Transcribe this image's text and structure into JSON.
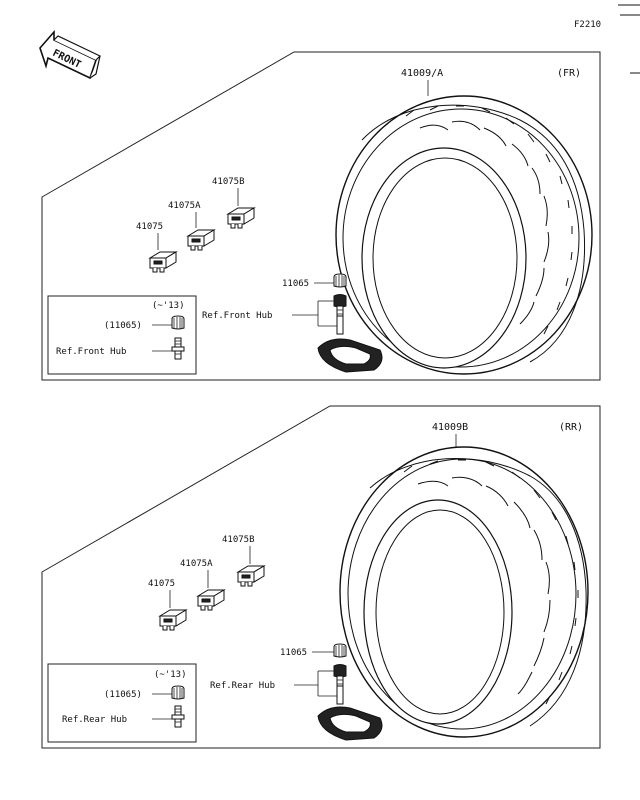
{
  "header": {
    "figure_code": "F2210",
    "front_arrow_label": "FRONT"
  },
  "front": {
    "tag": "(FR)",
    "tire": "41009/A",
    "weight_1": "41075",
    "weight_2": "41075A",
    "weight_3": "41075B",
    "valve_cap": "11065",
    "ref_hub": "Ref.Front Hub",
    "inset": {
      "year": "(~'13)",
      "cap": "(11065)",
      "ref_hub": "Ref.Front Hub"
    }
  },
  "rear": {
    "tag": "(RR)",
    "tire": "41009B",
    "weight_1": "41075",
    "weight_2": "41075A",
    "weight_3": "41075B",
    "valve_cap": "11065",
    "ref_hub": "Ref.Rear Hub",
    "inset": {
      "year": "(~'13)",
      "cap": "(11065)",
      "ref_hub": "Ref.Rear Hub"
    }
  }
}
